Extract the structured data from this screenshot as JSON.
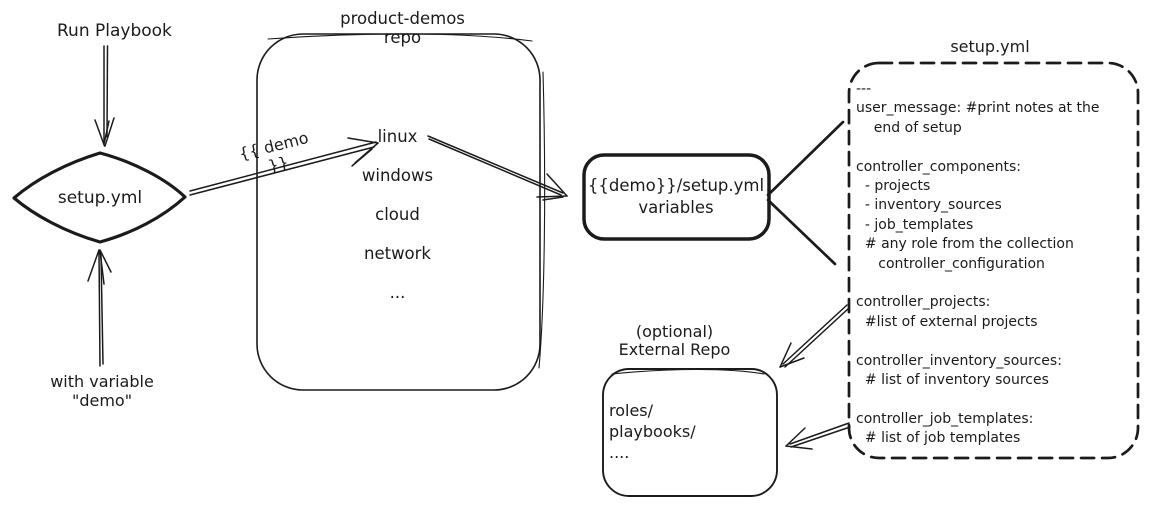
{
  "colors": {
    "ink": "#1b1b1b",
    "background": "#ffffff"
  },
  "nodes": {
    "run_playbook": {
      "label": "Run Playbook"
    },
    "setup_diamond": {
      "label": "setup.yml"
    },
    "with_variable": {
      "label": "with variable\n\"demo\""
    },
    "demo_arrow": {
      "label": "{{ demo }}"
    },
    "repo": {
      "title": "product-demos repo",
      "items": [
        "linux",
        "windows",
        "cloud",
        "network",
        "..."
      ]
    },
    "variables_box": {
      "label": "{{demo}}/setup.yml\nvariables"
    },
    "setup_file": {
      "title": "setup.yml",
      "code": "---\nuser_message: #print notes at the\n    end of setup\n\ncontroller_components:\n  - projects\n  - inventory_sources\n  - job_templates\n  # any role from the collection\n     controller_configuration\n\ncontroller_projects:\n  #list of external projects\n\ncontroller_inventory_sources:\n  # list of inventory sources\n\ncontroller_job_templates:\n  # list of job templates"
    },
    "external_repo": {
      "title": "(optional)\nExternal Repo",
      "content": "roles/\nplaybooks/\n...."
    }
  }
}
